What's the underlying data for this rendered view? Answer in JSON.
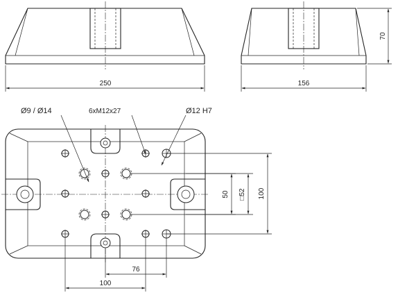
{
  "front_view": {
    "width_dim": "250"
  },
  "side_view": {
    "width_dim": "156",
    "height_dim": "70"
  },
  "plan_view": {
    "callout_hole": "Ø9 / Ø14",
    "callout_thread": "6xM12x27",
    "callout_pin": "Ø12 H7",
    "dim_50": "50",
    "dim_square_52": "□52",
    "dim_100_vertical": "100",
    "dim_76": "76",
    "dim_100_horizontal": "100"
  }
}
